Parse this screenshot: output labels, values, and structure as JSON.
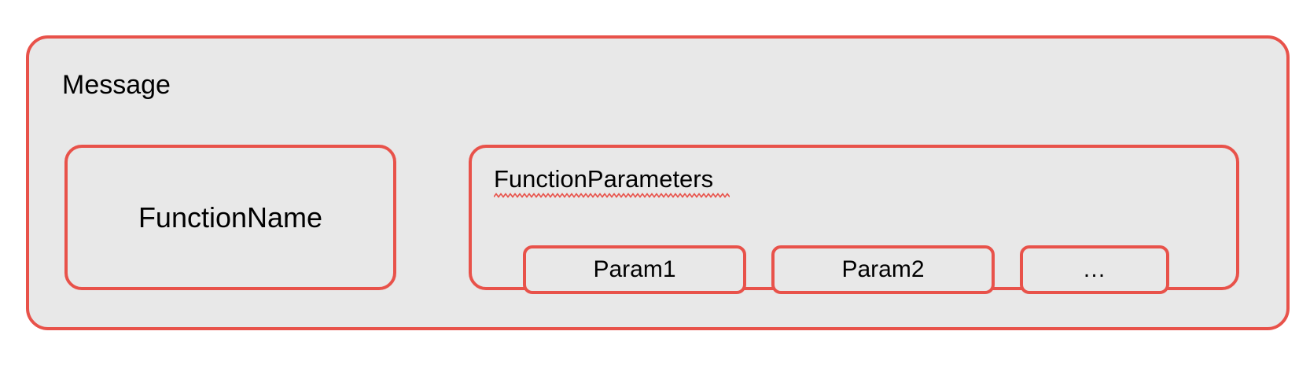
{
  "diagram": {
    "colors": {
      "border": "#e8524a",
      "fill": "#e8e8e8",
      "text": "#000000",
      "spellcheck_squiggle": "#e8524a",
      "page_background": "#ffffff"
    },
    "message": {
      "label": "Message",
      "function_name": {
        "label": "FunctionName"
      },
      "function_parameters": {
        "label": "FunctionParameters",
        "has_spellcheck_underline": true,
        "params": [
          {
            "label": "Param1",
            "size": "wide"
          },
          {
            "label": "Param2",
            "size": "wide"
          },
          {
            "label": "…",
            "size": "narrow"
          }
        ]
      }
    }
  }
}
